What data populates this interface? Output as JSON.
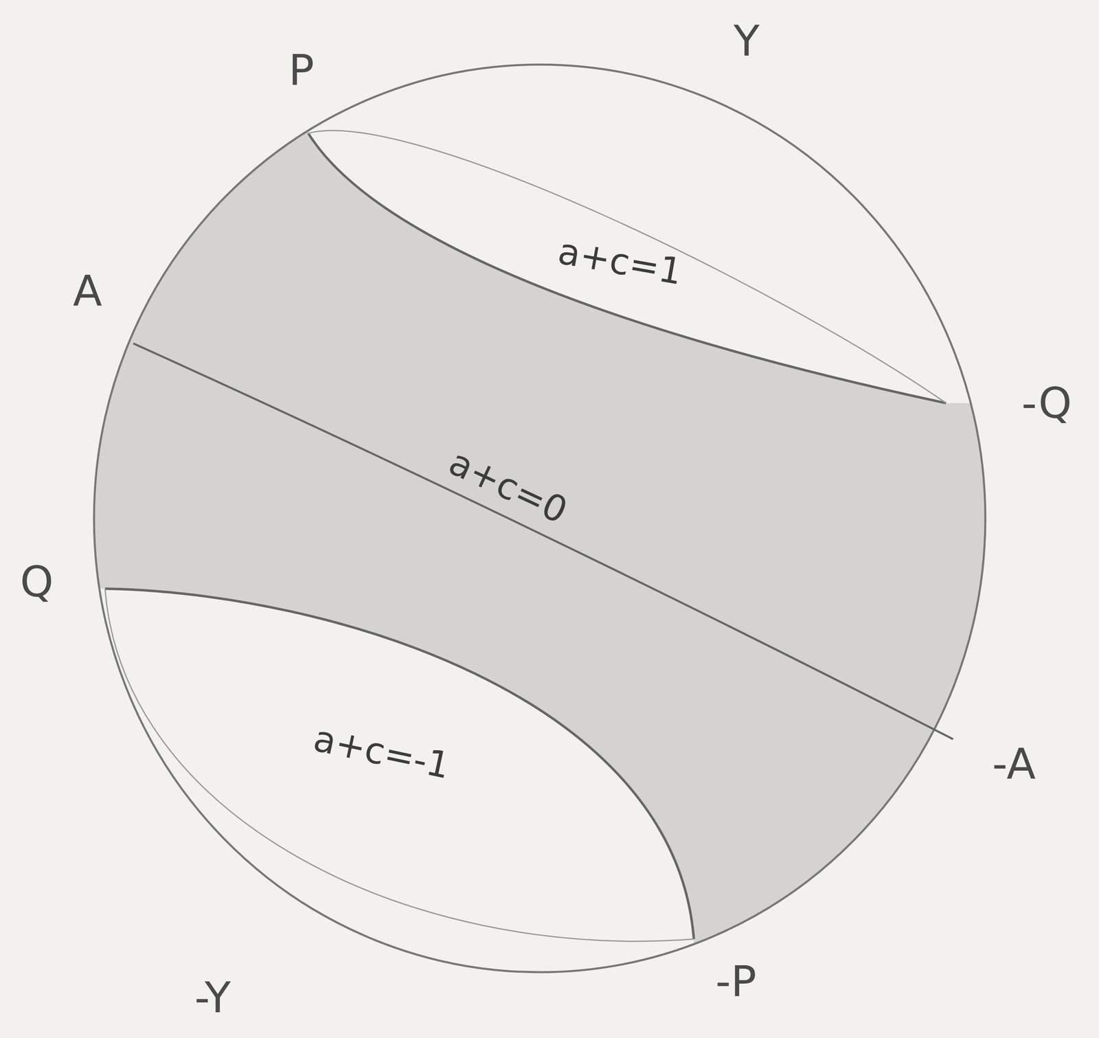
{
  "diagram": {
    "labels": [
      "P",
      "Y",
      "A",
      "-Q",
      "Q",
      "-A",
      "-Y",
      "-P",
      "a+c=1",
      "a+c=0",
      "a+c=-1"
    ]
  }
}
